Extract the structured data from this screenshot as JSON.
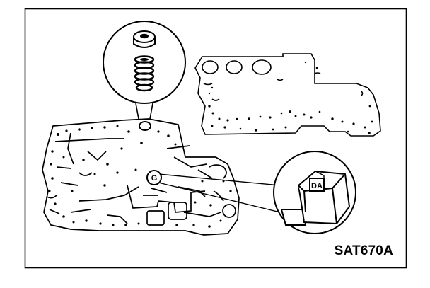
{
  "figure": {
    "code": "SAT670A",
    "stamp_text": "DA",
    "callout_mark": "G",
    "colors": {
      "ink": "#000000",
      "paper": "#ffffff"
    }
  }
}
